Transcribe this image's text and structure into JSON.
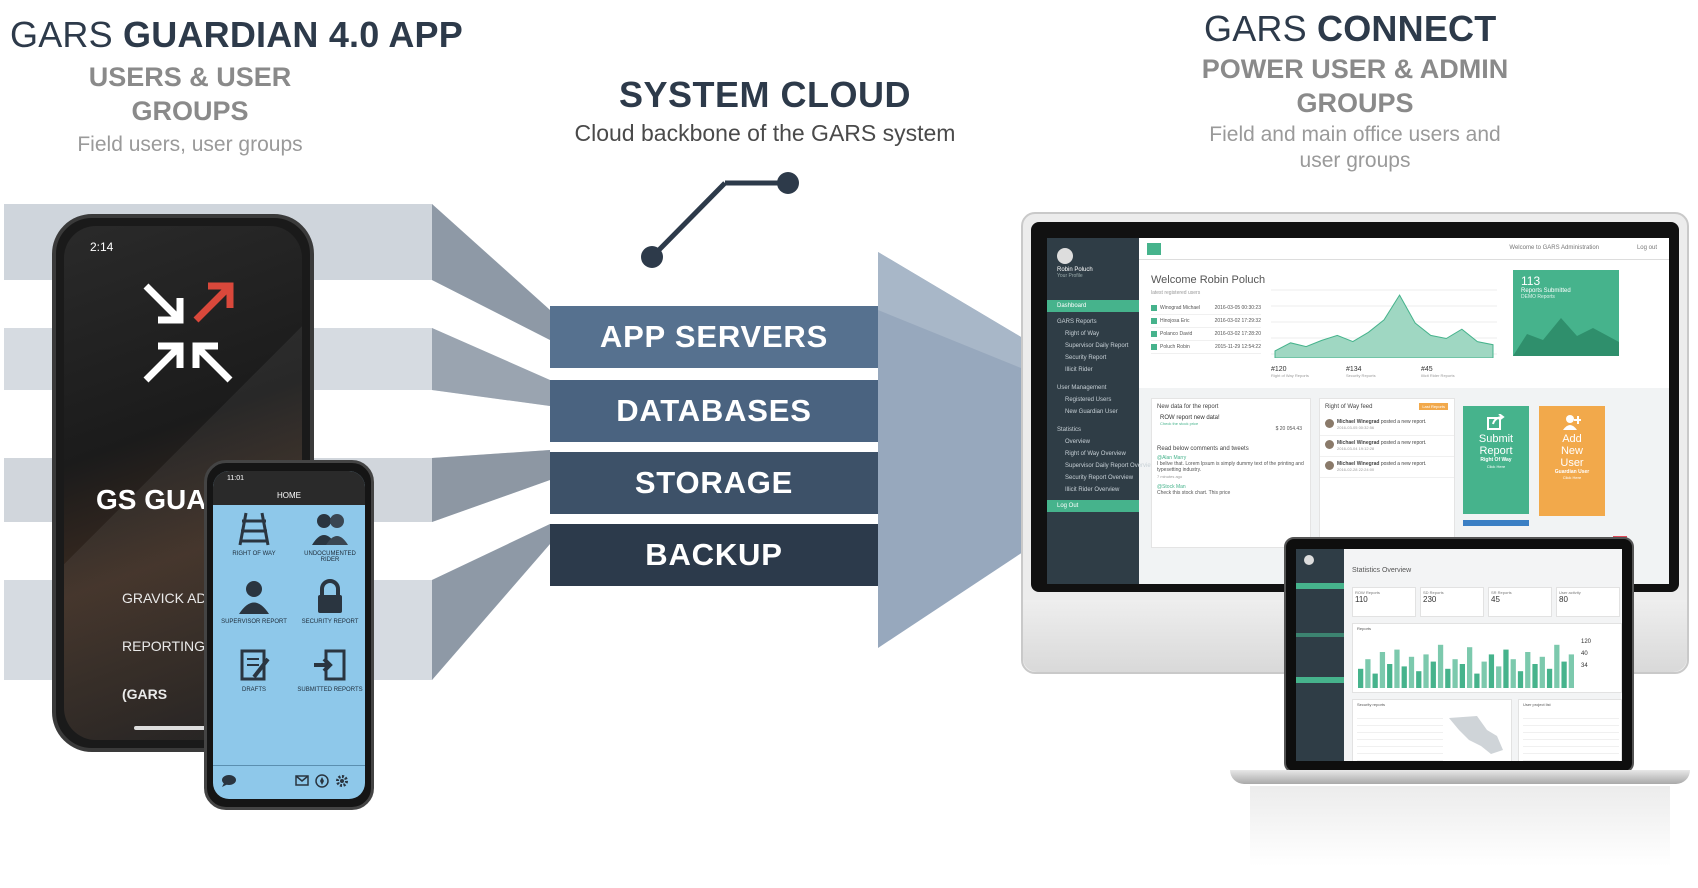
{
  "left": {
    "title_plain": "GARS ",
    "title_bold": "GUARDIAN 4.0 APP",
    "subtitle_line1": "USERS & USER",
    "subtitle_line2": "GROUPS",
    "description": "Field users, user groups"
  },
  "center": {
    "title": "SYSTEM CLOUD",
    "description": "Cloud backbone of the GARS system",
    "bands": [
      "APP SERVERS",
      "DATABASES",
      "STORAGE",
      "BACKUP"
    ]
  },
  "right": {
    "title_plain": "GARS ",
    "title_bold": "CONNECT",
    "subtitle_line1": "POWER USER & ADMIN",
    "subtitle_line2": "GROUPS",
    "description_line1": "Field and main office users and",
    "description_line2": "user groups"
  },
  "phone1": {
    "time": "2:14",
    "brand": "GS GUAR",
    "tagline_line1": "GRAVICK ADV",
    "tagline_line2": "REPORTING S",
    "tagline_line3": "(GARS"
  },
  "phone2": {
    "time": "11:01",
    "header": "HOME",
    "tiles": [
      "RIGHT OF WAY",
      "UNDOCUMENTED RIDER",
      "SUPERVISOR REPORT",
      "SECURITY REPORT",
      "DRAFTS",
      "SUBMITTED REPORTS"
    ]
  },
  "dashboard": {
    "user": "Robin Poluch",
    "user_sub": "Your Profile",
    "nav": [
      "Dashboard",
      "GARS Reports",
      "Right of Way",
      "Supervisor Daily Report",
      "Security Report",
      "Illicit Rider",
      "User Management",
      "Registered Users",
      "New Guardian User",
      "Statistics",
      "Overview",
      "Right of Way Overview",
      "Supervisor Daily Report Overview",
      "Security Report Overview",
      "Illicit Rider Overview",
      "Log Out"
    ],
    "welcome": "Welcome Robin Poluch",
    "welcome_sub": "latest registered users",
    "topnav_right": "Welcome to GARS Administration",
    "logout": "Log out",
    "users": [
      {
        "name": "Winograd Michael",
        "date": "2016-03-05 00:30:23"
      },
      {
        "name": "Hinojosa Eric",
        "date": "2016-03-02 17:29:32"
      },
      {
        "name": "Polanco David",
        "date": "2016-03-02 17:28:20"
      },
      {
        "name": "Poluch Robin",
        "date": "2015-11-29 12:54:22"
      }
    ],
    "stats": [
      {
        "value": "#120",
        "label": "Right of Way Reports"
      },
      {
        "value": "#134",
        "label": "Security Reports"
      },
      {
        "value": "#45",
        "label": "Illicit Rider Reports"
      }
    ],
    "submitted_count": "113",
    "submitted_label": "Reports Submitted",
    "submitted_sub": "DEMO Reports",
    "chart_points": [
      0.05,
      0.18,
      0.12,
      0.22,
      0.3,
      0.2,
      0.35,
      0.55,
      0.95,
      0.5,
      0.3,
      0.25,
      0.4,
      0.2,
      0.15
    ],
    "feed_title": "New data for the report",
    "feed_item": "ROW report new data!",
    "feed_item_sub": "Check the stock price",
    "feed_value": "$ 20 054.43",
    "comments_title": "Read below comments and tweets",
    "comment1_author": "@Alan Marry",
    "comment1_text": "I belive that. Lorem Ipsum is simply dummy text of the printing and typesetting industry.",
    "comment1_time": "7 minutes ago",
    "comment2_author": "@Stock Man",
    "comment2_text": "Check this stock chart. This price",
    "row_feed_title": "Right of Way feed",
    "row_feed_badge": "Last Reports",
    "row_feed_items": [
      {
        "who": "Michael Winegrad",
        "text": "posted a new report.",
        "date": "2016-03-05 00:32:56"
      },
      {
        "who": "Michael Winegrad",
        "text": "posted a new report.",
        "date": "2016-03-04 19:12:28"
      },
      {
        "who": "Michael Winegrad",
        "text": "posted a new report.",
        "date": "2016-02-28 22:24:00"
      }
    ],
    "action1_line1": "Submit",
    "action1_line2": "Report",
    "action1_line3": "Right Of Way",
    "action1_line4": "Click Here",
    "action2_line1": "Add",
    "action2_line2": "New",
    "action2_line3": "User",
    "action2_line4": "Guardian User",
    "action2_line5": "Click Here"
  },
  "laptop": {
    "title": "Statistics Overview",
    "kpis": [
      {
        "label": "ROW Reports",
        "value": "110"
      },
      {
        "label": "SD Reports",
        "value": "230"
      },
      {
        "label": "SR Reports",
        "value": "45"
      },
      {
        "label": "User activity",
        "value": "80"
      }
    ],
    "reports_label": "Reports",
    "side_values": [
      "120",
      "40",
      "34"
    ],
    "security_label": "Security reports",
    "user_label": "User project list",
    "bars": [
      0.4,
      0.6,
      0.3,
      0.75,
      0.5,
      0.8,
      0.45,
      0.65,
      0.35,
      0.7,
      0.55,
      0.9,
      0.4,
      0.6,
      0.5,
      0.85,
      0.3,
      0.55,
      0.7,
      0.45,
      0.8,
      0.6,
      0.35,
      0.75,
      0.5,
      0.65,
      0.4,
      0.9,
      0.55,
      0.7
    ]
  },
  "colors": {
    "band1": "#56718f",
    "band2": "#4a6380",
    "band3": "#3d5168",
    "band4": "#2c3a4b",
    "accent_green": "#46b38c",
    "accent_orange": "#f2a94b",
    "heading": "#2d3a4a"
  }
}
